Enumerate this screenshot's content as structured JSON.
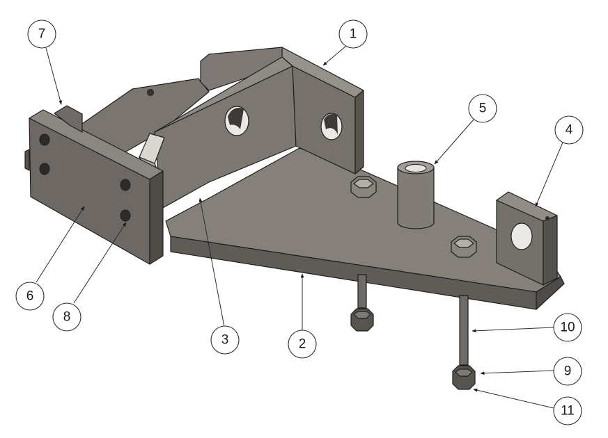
{
  "diagram": {
    "subject": "bracket-assembly",
    "callouts": [
      {
        "id": "callout-1",
        "label": "1"
      },
      {
        "id": "callout-2",
        "label": "2"
      },
      {
        "id": "callout-3",
        "label": "3"
      },
      {
        "id": "callout-4",
        "label": "4"
      },
      {
        "id": "callout-5",
        "label": "5"
      },
      {
        "id": "callout-6",
        "label": "6"
      },
      {
        "id": "callout-7",
        "label": "7"
      },
      {
        "id": "callout-8",
        "label": "8"
      },
      {
        "id": "callout-9",
        "label": "9"
      },
      {
        "id": "callout-10",
        "label": "10"
      },
      {
        "id": "callout-11",
        "label": "11"
      }
    ],
    "colors": {
      "face_light": "#8f8a83",
      "face_mid": "#6f6a64",
      "face_dark": "#4f4b47",
      "face_top": "#7d7872",
      "hole": "#e9e7e3",
      "outline": "#1e1e1e"
    }
  }
}
